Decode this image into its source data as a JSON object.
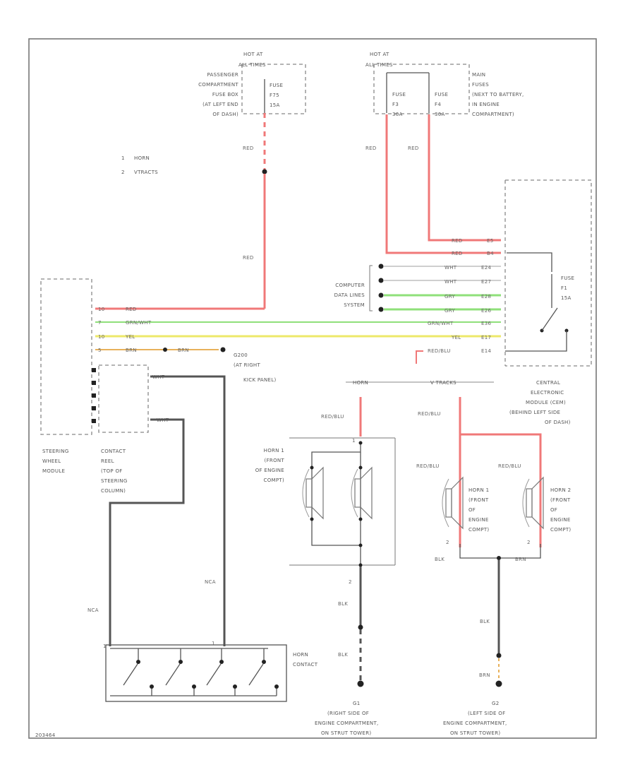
{
  "figure_code": "203464",
  "legend": [
    {
      "num": "1",
      "text": "HORN"
    },
    {
      "num": "2",
      "text": "VTRACTS"
    }
  ],
  "fuse_sources": {
    "left": {
      "hot_at": [
        "HOT AT",
        "ALL TIMES"
      ],
      "box_label": [
        "PASSENGER",
        "COMPARTMENT",
        "FUSE BOX",
        "(AT LEFT END",
        "OF DASH)"
      ],
      "fuse_label": [
        "FUSE",
        "F75",
        "15A"
      ]
    },
    "right": {
      "hot_at": [
        "HOT AT",
        "ALL TIMES"
      ],
      "box_label": [
        "MAIN",
        "FUSES",
        "(NEXT TO BATTERY,",
        "IN ENGINE",
        "COMPARTMENT)"
      ],
      "fuse1_label": [
        "FUSE",
        "F3",
        "30A"
      ],
      "fuse2_label": [
        "FUSE",
        "F4",
        "30A"
      ]
    }
  },
  "steering_module": {
    "label": [
      "STEERING",
      "WHEEL",
      "MODULE"
    ],
    "pins": [
      "10",
      "7",
      "10",
      "5"
    ],
    "wires": [
      "RED",
      "GRN/WHT",
      "YEL",
      "BRN"
    ]
  },
  "contact_reel": {
    "label": [
      "CONTACT",
      "REEL",
      "(TOP OF",
      "STEERING",
      "COLUMN)"
    ],
    "wire_top": "WHT",
    "wire_bottom": "WHT"
  },
  "ground_g200": {
    "wire": "BRN",
    "label": [
      "G200",
      "(AT RIGHT",
      "KICK PANEL)"
    ]
  },
  "data_lines": {
    "label": [
      "COMPUTER",
      "DATA LINES",
      "SYSTEM"
    ],
    "wires": [
      "WHT",
      "WHT",
      "GRY",
      "GRY"
    ],
    "pins": [
      "E24",
      "E27",
      "E28",
      "E26"
    ]
  },
  "cem": {
    "label": [
      "CENTRAL",
      "ELECTRONIC",
      "MODULE (CEM)",
      "(BEHIND LEFT SIDE",
      "OF DASH)"
    ],
    "pin_rows": [
      {
        "wire": "RED",
        "pin": "E5"
      },
      {
        "wire": "RED",
        "pin": "B4"
      },
      {
        "wire": "GRN/WHT",
        "pin": "E36"
      },
      {
        "wire": "YEL",
        "pin": "E17"
      },
      {
        "wire": "RED/BLU",
        "pin": "E14"
      }
    ],
    "fuse_label": [
      "FUSE",
      "F1",
      "15A"
    ],
    "option_left": "HORN",
    "option_right": "V TRACKS"
  },
  "wire_labels": {
    "red": "RED",
    "red_blu": "RED/BLU",
    "blk": "BLK",
    "brn": "BRN",
    "nca": "NCA"
  },
  "horn_single": {
    "label": [
      "HORN 1",
      "(FRONT",
      "OF ENGINE",
      "COMPT)"
    ],
    "pin_top": "1",
    "pin_bottom": "2"
  },
  "horn_pair": {
    "horn1_label": [
      "HORN 1",
      "(FRONT",
      "OF",
      "ENGINE",
      "COMPT)"
    ],
    "horn2_label": [
      "HORN 2",
      "(FRONT",
      "OF",
      "ENGINE",
      "COMPT)"
    ],
    "pin_left": "2",
    "pin_right": "2"
  },
  "horn_contact": {
    "label": [
      "HORN",
      "CONTACT"
    ],
    "pin_left": "1",
    "pin_right": "1"
  },
  "grounds": {
    "g1": [
      "G1",
      "(RIGHT SIDE OF",
      "ENGINE COMPARTMENT,",
      "ON STRUT TOWER)"
    ],
    "g2": [
      "G2",
      "(LEFT SIDE OF",
      "ENGINE COMPARTMENT,",
      "ON STRUT TOWER)"
    ]
  },
  "colors": {
    "red": "#f07878",
    "green": "#8fe07a",
    "yellow": "#ede86a",
    "orange_brown": "#e8b15a",
    "dark_gray": "#555555"
  }
}
